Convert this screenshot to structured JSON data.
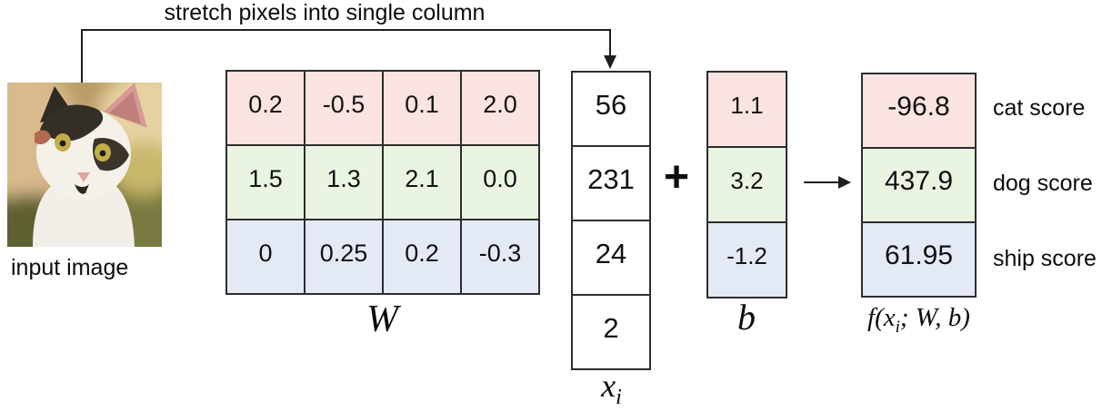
{
  "header": {
    "stretch_label": "stretch pixels into single column"
  },
  "input_image": {
    "caption": "input image",
    "content": "cat photo"
  },
  "weight_matrix": {
    "label": "W",
    "rows": [
      {
        "category": "cat",
        "color": "#fae3e0",
        "values": [
          "0.2",
          "-0.5",
          "0.1",
          "2.0"
        ]
      },
      {
        "category": "dog",
        "color": "#e9f5e1",
        "values": [
          "1.5",
          "1.3",
          "2.1",
          "0.0"
        ]
      },
      {
        "category": "ship",
        "color": "#e4e9f6",
        "values": [
          "0",
          "0.25",
          "0.2",
          "-0.3"
        ]
      }
    ]
  },
  "input_vector": {
    "label": {
      "base": "x",
      "subscript": "i"
    },
    "values": [
      "56",
      "231",
      "24",
      "2"
    ]
  },
  "operator": {
    "plus": "+"
  },
  "bias_vector": {
    "label": "b",
    "rows": [
      {
        "category": "cat",
        "color": "#fae3e0",
        "value": "1.1"
      },
      {
        "category": "dog",
        "color": "#e9f5e1",
        "value": "3.2"
      },
      {
        "category": "ship",
        "color": "#e4e9f6",
        "value": "-1.2"
      }
    ]
  },
  "score_vector": {
    "label": {
      "prefix": "f(x",
      "subscript": "i",
      "suffix": "; W, b)"
    },
    "rows": [
      {
        "category": "cat",
        "color": "#fae3e0",
        "value": "-96.8",
        "score_label": "cat score"
      },
      {
        "category": "dog",
        "color": "#e9f5e1",
        "value": "437.9",
        "score_label": "dog score"
      },
      {
        "category": "ship",
        "color": "#e4e9f6",
        "value": "61.95",
        "score_label": "ship score"
      }
    ]
  },
  "colors": {
    "row_cat": "#fae3e0",
    "row_dog": "#e9f5e1",
    "row_ship": "#e4e9f6",
    "cell_border": "#2d2d2d",
    "arrow": "#1f1f1f",
    "background": "#ffffff"
  }
}
